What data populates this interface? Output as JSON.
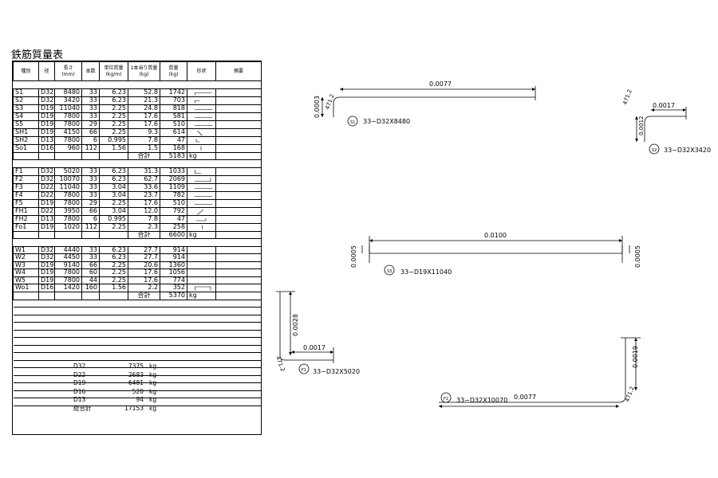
{
  "title": "鉄筋質量表",
  "table": {
    "headers": [
      "種別",
      "径",
      "長さ\n(mm)",
      "本数",
      "単位質量\n(kg/m)",
      "1本当り質量\n(kg)",
      "質量\n(kg)",
      "形状",
      "摘要"
    ],
    "groups": [
      {
        "rows": [
          [
            "S1",
            "D32",
            "8480",
            "33",
            "6.23",
            "52.8",
            "1742",
            "",
            ""
          ],
          [
            "S2",
            "D32",
            "3420",
            "33",
            "6.23",
            "21.3",
            "703",
            "",
            ""
          ],
          [
            "S3",
            "D19",
            "11040",
            "33",
            "2.25",
            "24.8",
            "818",
            "",
            ""
          ],
          [
            "S4",
            "D19",
            "7800",
            "33",
            "2.25",
            "17.6",
            "581",
            "",
            ""
          ],
          [
            "S5",
            "D19",
            "7800",
            "29",
            "2.25",
            "17.6",
            "510",
            "",
            ""
          ],
          [
            "SH1",
            "D19",
            "4150",
            "66",
            "2.25",
            "9.3",
            "614",
            "",
            ""
          ],
          [
            "SH2",
            "D13",
            "7800",
            "6",
            "0.995",
            "7.8",
            "47",
            "",
            ""
          ],
          [
            "So1",
            "D16",
            "960",
            "112",
            "1.56",
            "1.5",
            "168",
            "",
            ""
          ]
        ],
        "total_label": "合計",
        "total_value": "5183",
        "unit": "kg"
      },
      {
        "rows": [
          [
            "F1",
            "D32",
            "5020",
            "33",
            "6.23",
            "31.3",
            "1033",
            "",
            ""
          ],
          [
            "F2",
            "D32",
            "10070",
            "33",
            "6.23",
            "62.7",
            "2069",
            "",
            ""
          ],
          [
            "F3",
            "D22",
            "11040",
            "33",
            "3.04",
            "33.6",
            "1109",
            "",
            ""
          ],
          [
            "F4",
            "D22",
            "7800",
            "33",
            "3.04",
            "23.7",
            "782",
            "",
            ""
          ],
          [
            "F5",
            "D19",
            "7800",
            "29",
            "2.25",
            "17.6",
            "510",
            "",
            ""
          ],
          [
            "FH1",
            "D22",
            "3950",
            "66",
            "3.04",
            "12.0",
            "792",
            "",
            ""
          ],
          [
            "FH2",
            "D13",
            "7800",
            "6",
            "0.995",
            "7.8",
            "47",
            "",
            ""
          ],
          [
            "Fo1",
            "D19",
            "1020",
            "112",
            "2.25",
            "2.3",
            "258",
            "",
            ""
          ]
        ],
        "total_label": "合計",
        "total_value": "6600",
        "unit": "kg"
      },
      {
        "rows": [
          [
            "W1",
            "D32",
            "4440",
            "33",
            "6.23",
            "27.7",
            "914",
            "",
            ""
          ],
          [
            "W2",
            "D32",
            "4450",
            "33",
            "6.23",
            "27.7",
            "914",
            "",
            ""
          ],
          [
            "W3",
            "D19",
            "9140",
            "66",
            "2.25",
            "20.6",
            "1360",
            "",
            ""
          ],
          [
            "W4",
            "D19",
            "7800",
            "60",
            "2.25",
            "17.6",
            "1056",
            "",
            ""
          ],
          [
            "W5",
            "D19",
            "7800",
            "44",
            "2.25",
            "17.6",
            "774",
            "",
            ""
          ],
          [
            "Wo1",
            "D16",
            "1420",
            "160",
            "1.56",
            "2.2",
            "352",
            "",
            ""
          ]
        ],
        "total_label": "合計",
        "total_value": "5370",
        "unit": "kg"
      }
    ]
  },
  "summary": [
    {
      "dia": "D32",
      "weight": "7375",
      "unit": "kg"
    },
    {
      "dia": "D22",
      "weight": "2683",
      "unit": "kg"
    },
    {
      "dia": "D19",
      "weight": "6481",
      "unit": "kg"
    },
    {
      "dia": "D16",
      "weight": "520",
      "unit": "kg"
    },
    {
      "dia": "D13",
      "weight": "94",
      "unit": "kg"
    },
    {
      "dia": "総合計",
      "weight": "17153",
      "unit": "kg"
    }
  ],
  "drawings": {
    "s1": {
      "dim_len": "0.0077",
      "dim_h": "0.0003",
      "radius": "471.2",
      "mark": "S1",
      "label": "33−D32X8480"
    },
    "s2": {
      "dim_len": "0.0017",
      "dim_h": "0.0012",
      "radius": "471.2",
      "mark": "S2",
      "label": "33−D32X3420"
    },
    "s3": {
      "dim_len": "0.0100",
      "dim_left": "0.0005",
      "dim_right": "0.0005",
      "mark": "S3",
      "label": "33−D19X11040"
    },
    "f1": {
      "dim_len": "0.0017",
      "dim_h": "0.0028",
      "radius": "471.2",
      "mark": "F1",
      "label": "33−D32X5020"
    },
    "f2": {
      "dim_len": "0.0077",
      "dim_h": "0.0019",
      "radius": "471.2",
      "mark": "F2",
      "label": "33−D32X10070"
    }
  }
}
